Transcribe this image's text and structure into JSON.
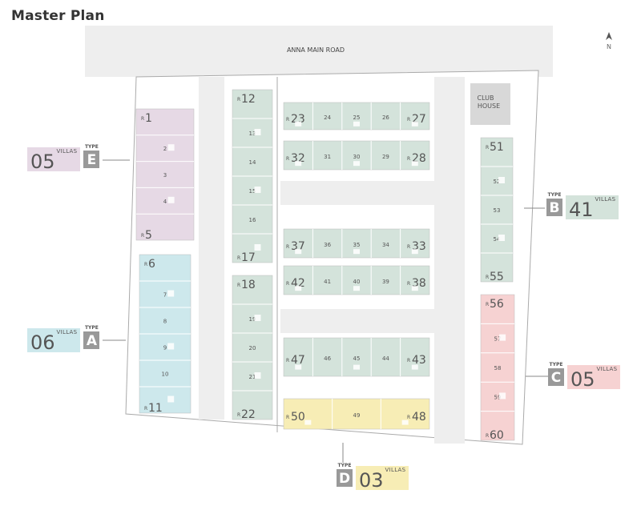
{
  "page_title": "Master Plan",
  "road": "ANNA MAIN ROAD",
  "north": "N",
  "club_house": [
    "CLUB",
    "HOUSE"
  ],
  "villa_word": "VILLAS",
  "type_word": "TYPE",
  "colors": {
    "A": "#cde8ec",
    "B": "#d4e3db",
    "C": "#f6d2d2",
    "D": "#f7edb5",
    "E": "#e6d9e5",
    "road": "#eeeeee",
    "club": "#d8d8d8",
    "line": "#aaaaaa"
  },
  "types": [
    {
      "id": "E",
      "count": "05"
    },
    {
      "id": "A",
      "count": "06"
    },
    {
      "id": "B",
      "count": "41"
    },
    {
      "id": "C",
      "count": "05"
    },
    {
      "id": "D",
      "count": "03"
    }
  ],
  "plots": {
    "E": [
      "1",
      "2",
      "3",
      "4",
      "5"
    ],
    "A": [
      "6",
      "7",
      "8",
      "9",
      "10",
      "11"
    ],
    "B_col1": [
      "12",
      "13",
      "14",
      "15",
      "16",
      "17"
    ],
    "B_col2": [
      "18",
      "19",
      "20",
      "21",
      "22"
    ],
    "B_row1": [
      "23",
      "24",
      "25",
      "26",
      "27"
    ],
    "B_row2": [
      "32",
      "31",
      "30",
      "29",
      "28"
    ],
    "B_row3": [
      "37",
      "36",
      "35",
      "34",
      "33"
    ],
    "B_row4": [
      "42",
      "41",
      "40",
      "39",
      "38"
    ],
    "B_row5": [
      "47",
      "46",
      "45",
      "44",
      "43"
    ],
    "D_row": [
      "50",
      "49",
      "48"
    ],
    "B_col3": [
      "51",
      "52",
      "53",
      "54",
      "55"
    ],
    "C": [
      "56",
      "57",
      "58",
      "59",
      "60"
    ]
  }
}
